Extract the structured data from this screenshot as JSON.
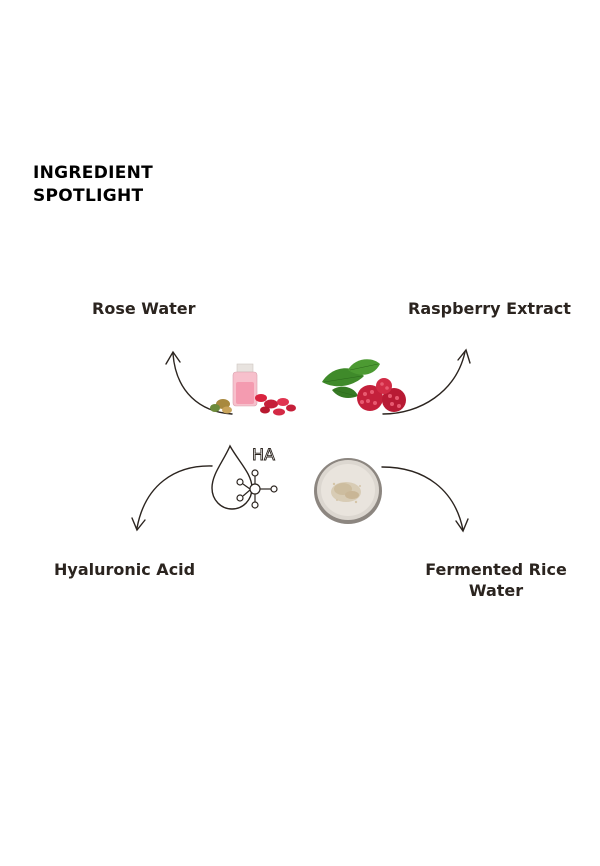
{
  "title": {
    "line1": "INGREDIENT",
    "line2": "SPOTLIGHT"
  },
  "ingredients": [
    {
      "label": "Rose Water",
      "icon": "rose-water-bottle-icon"
    },
    {
      "label": "Raspberry Extract",
      "icon": "raspberry-icon"
    },
    {
      "label": "Hyaluronic Acid",
      "icon": "hyaluronic-acid-icon",
      "icon_text": "HA"
    },
    {
      "label": "Fermented Rice Water",
      "icon": "rice-powder-dish-icon"
    }
  ],
  "colors": {
    "label_text": "#2b241f",
    "arrow": "#2b241f",
    "rose": "#d9233f",
    "leaf": "#3f8a2a"
  }
}
